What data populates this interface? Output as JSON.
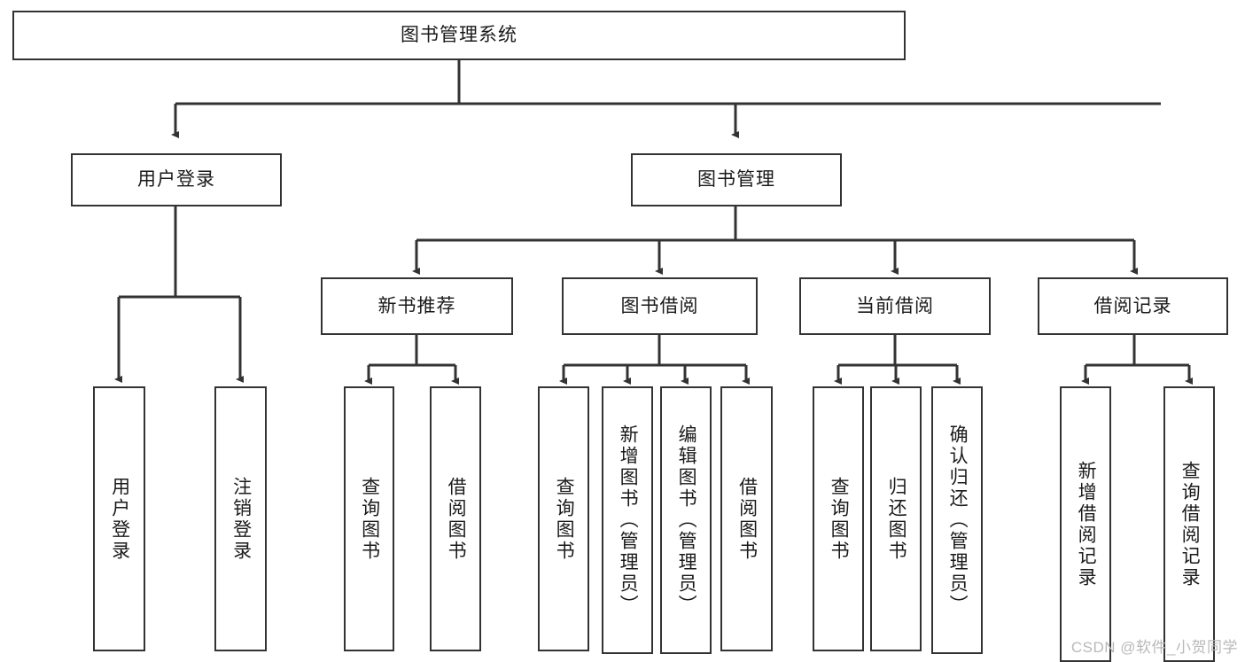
{
  "diagram": {
    "title": "图书管理系统",
    "type": "tree",
    "colors": {
      "stroke": "#333333",
      "fill": "#ffffff",
      "text": "#1a1a1a",
      "watermark": "#b9b9b9"
    },
    "root": {
      "label": "图书管理系统"
    },
    "level2": [
      {
        "label": "用户登录"
      },
      {
        "label": "图书管理"
      }
    ],
    "level3": [
      {
        "label": "新书推荐"
      },
      {
        "label": "图书借阅"
      },
      {
        "label": "当前借阅"
      },
      {
        "label": "借阅记录"
      }
    ],
    "leaves": {
      "user_login": [
        {
          "label": "用户登录"
        },
        {
          "label": "注销登录"
        }
      ],
      "new_book_recommend": [
        {
          "label": "查询图书"
        },
        {
          "label": "借阅图书"
        }
      ],
      "book_borrow": [
        {
          "label": "查询图书"
        },
        {
          "label": "新增图书（管理员）"
        },
        {
          "label": "编辑图书（管理员）"
        },
        {
          "label": "借阅图书"
        }
      ],
      "current_borrow": [
        {
          "label": "查询图书"
        },
        {
          "label": "归还图书"
        },
        {
          "label": "确认归还（管理员）"
        }
      ],
      "borrow_records": [
        {
          "label": "新增借阅记录"
        },
        {
          "label": "查询借阅记录"
        }
      ]
    }
  },
  "watermark": {
    "text": "CSDN @软件_小贺同学"
  }
}
